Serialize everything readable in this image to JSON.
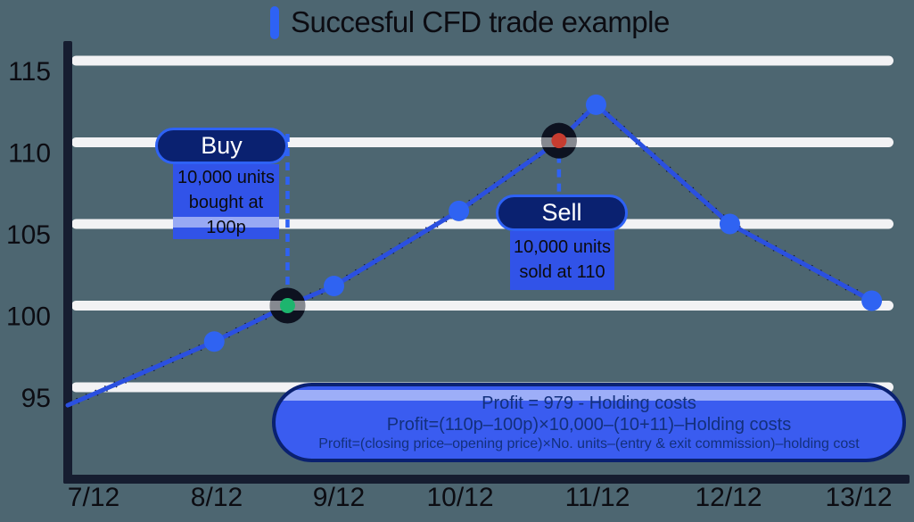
{
  "chart_data": {
    "type": "line",
    "title": "Succesful CFD trade example",
    "xlabel": "",
    "ylabel": "",
    "x_ticks": [
      "7/12",
      "8/12",
      "9/12",
      "10/12",
      "11/12",
      "12/12",
      "13/12"
    ],
    "y_ticks": [
      115,
      110,
      105,
      100,
      95
    ],
    "ylim": [
      93,
      116
    ],
    "grid": "horizontal-only",
    "series": [
      {
        "name": "price",
        "points": [
          {
            "day": 6.79,
            "price": 93.9
          },
          {
            "day": 7.98,
            "price": 97.8,
            "marker": "dot"
          },
          {
            "day": 8.58,
            "price": 100.0,
            "marker": "buy"
          },
          {
            "day": 8.96,
            "price": 101.2,
            "marker": "dot"
          },
          {
            "day": 9.99,
            "price": 105.8,
            "marker": "dot"
          },
          {
            "day": 10.72,
            "price": 110.1,
            "marker": "sell"
          },
          {
            "day": 10.99,
            "price": 112.3,
            "marker": "dot"
          },
          {
            "day": 12.01,
            "price": 105.0,
            "marker": "dot"
          },
          {
            "day": 13.1,
            "price": 100.3,
            "marker": "dot"
          }
        ]
      }
    ],
    "annotations": {
      "buy": {
        "label": "Buy",
        "note": [
          "10,000 units",
          "bought at",
          "100p"
        ]
      },
      "sell": {
        "label": "Sell",
        "note": [
          "10,000 units",
          "sold at 110"
        ]
      },
      "profit": {
        "lines": [
          "Profit = 979 - Holding costs",
          "Profit=(110p–100p)×10,000–(10+11)–Holding costs",
          "Profit=(closing price–opening price)×No. units–(entry & exit commission)–holding cost"
        ]
      }
    }
  },
  "colors": {
    "bg": "#4d6671",
    "accent": "#2e62f5",
    "line": "#2b50e0",
    "dot": "#2f63f2",
    "navy": "#0a2170",
    "note_blue": "#3153e8",
    "profit_fill": "#3a5cf0",
    "profit_ink": "#13307c",
    "grid": "#f2f2f4",
    "axis": "#161d30",
    "ink": "#0c0c12",
    "buy_dot": "#1db56e",
    "sell_dot": "#c63c30",
    "marker_ring": "#0d1220"
  }
}
